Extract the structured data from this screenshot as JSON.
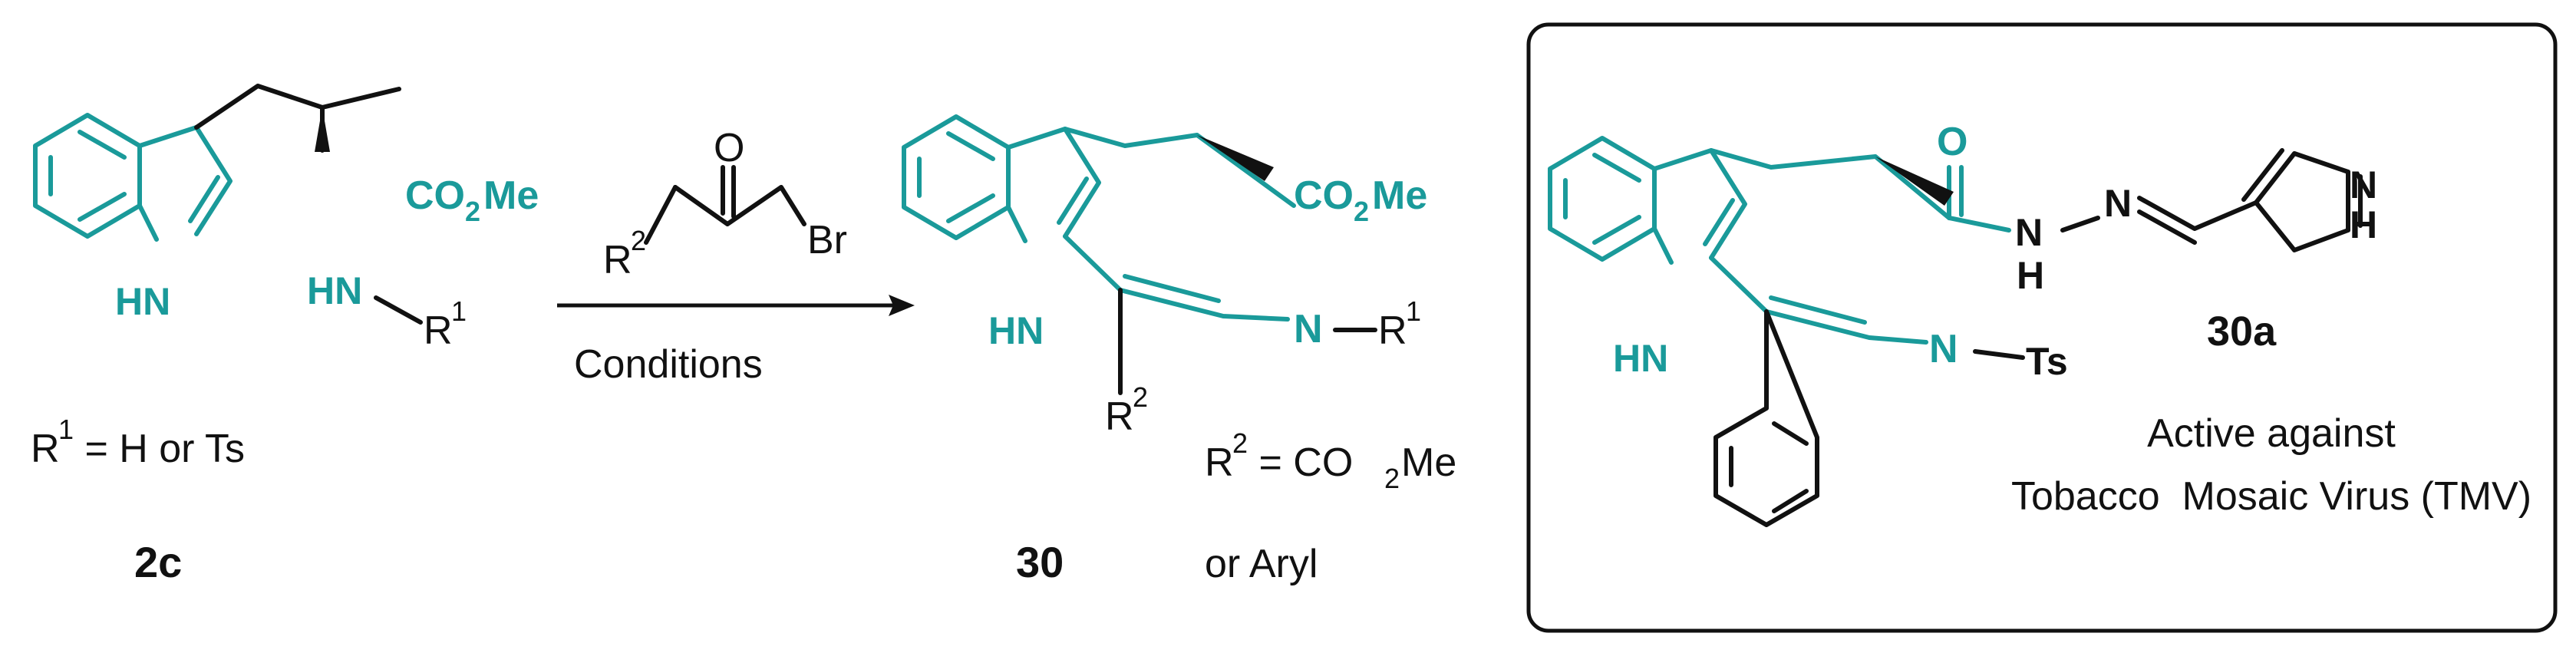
{
  "colors": {
    "teal": "#1a9a9a",
    "black": "#111111",
    "background": "#ffffff"
  },
  "reactant": {
    "label": "2c",
    "r1_note": {
      "prefix": "R",
      "sup": "1",
      "suffix": " = H or Ts"
    },
    "atoms": {
      "indole_nh": "HN",
      "amine_nh": "HN",
      "r1": "R",
      "r1_sup": "1",
      "ester": "CO",
      "ester_sub": "2",
      "ester_end": "Me"
    }
  },
  "reagent": {
    "oxygen": "O",
    "r2": "R",
    "r2_sup": "2",
    "bromine": "Br",
    "conditions": "Conditions"
  },
  "product": {
    "label": "30",
    "atoms": {
      "indole_nh": "HN",
      "n": "N",
      "r1": "R",
      "r1_sup": "1",
      "r2": "R",
      "r2_sup": "2",
      "ester": "CO",
      "ester_sub": "2",
      "ester_end": "Me"
    },
    "r2_note": {
      "prefix": "R",
      "sup": "2",
      "mid": " = CO",
      "sub": "2",
      "end": "Me",
      "line2": "or Aryl"
    }
  },
  "highlight": {
    "label": "30a",
    "atoms": {
      "indole_nh": "HN",
      "n_ring": "N",
      "ts": "Ts",
      "oxygen": "O",
      "hydrazide_n": "N",
      "hydrazide_h": "H",
      "imine_n": "N",
      "pyrrole_n": "N",
      "pyrrole_h": "H"
    },
    "activity_line1": "Active against",
    "activity_line2": "Tobacco  Mosaic Virus (TMV)"
  }
}
